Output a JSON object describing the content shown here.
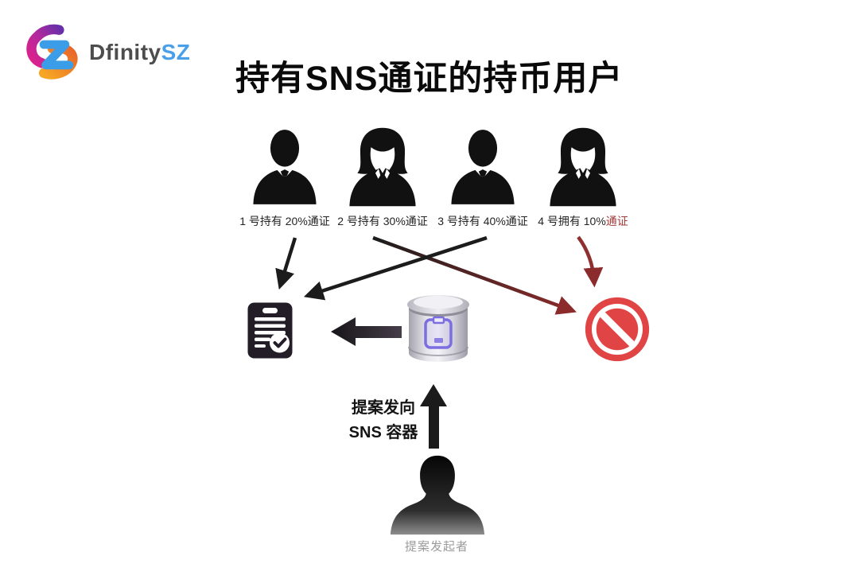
{
  "header": {
    "logo": {
      "icon": "dfinitysz-logo-icon",
      "text_primary": "Dfinity",
      "text_accent": "SZ",
      "primary_color": "#4d4d4d",
      "accent_color": "#4aa0e8"
    },
    "title": "持有SNS通证的持币用户"
  },
  "holders": [
    {
      "icon": "person-male-icon",
      "label": "1 号持有 20%通证",
      "label_highlight": "",
      "vote_target": "proposal-approved"
    },
    {
      "icon": "person-female-icon",
      "label": "2 号持有 30%通证",
      "label_highlight": "",
      "vote_target": "proposal-rejected"
    },
    {
      "icon": "person-male-icon",
      "label": "3 号持有 40%通证",
      "label_highlight": "",
      "vote_target": "proposal-approved"
    },
    {
      "icon": "person-female-icon",
      "label": "4 号拥有 10%",
      "label_highlight": "通证",
      "vote_target": "proposal-rejected"
    }
  ],
  "nodes": {
    "proposal_document": {
      "icon": "document-check-icon"
    },
    "sns_canister": {
      "icon": "canister-icon",
      "glyph_color": "#7c6ee0"
    },
    "rejection": {
      "icon": "prohibition-icon",
      "color": "#e14444"
    }
  },
  "labels": {
    "proposal_direction_line1": "提案发向",
    "proposal_direction_line2": "SNS 容器",
    "proposer": "提案发起者"
  },
  "colors": {
    "arrow_black": "#1c1c1c",
    "arrow_dark_red": "#8b2b2b",
    "prohibition_red": "#e14444",
    "label_highlight_red": "#a03a3a"
  }
}
